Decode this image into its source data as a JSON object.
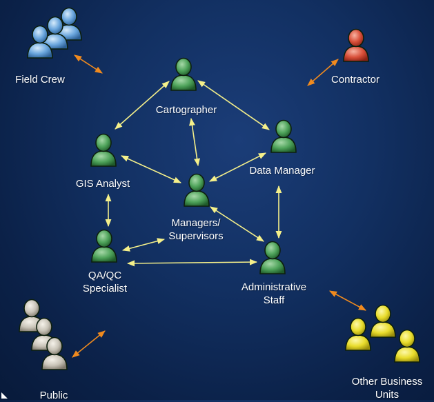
{
  "colors": {
    "background": "#0e2a58",
    "core_arrow": "#f5f08a",
    "external_arrow": "#f08a1e",
    "green_person": "#3f9a4c",
    "blue_person": "#6aa6dd",
    "red_person": "#d9503a",
    "gray_person": "#c9c4b8",
    "yellow_person": "#e8dc2c"
  },
  "roles": {
    "cartographer": "Cartographer",
    "gis_analyst": "GIS Analyst",
    "data_manager": "Data Manager",
    "managers_line1": "Managers/",
    "managers_line2": "Supervisors",
    "qaqc_line1": "QA/QC",
    "qaqc_line2": "Specialist",
    "admin_line1": "Administrative",
    "admin_line2": "Staff"
  },
  "external": {
    "field_crew": "Field Crew",
    "contractor": "Contractor",
    "public": "Public",
    "other_line1": "Other Business",
    "other_line2": "Units"
  },
  "icons": {
    "person": "person-icon",
    "arrow": "double-headed-arrow"
  }
}
